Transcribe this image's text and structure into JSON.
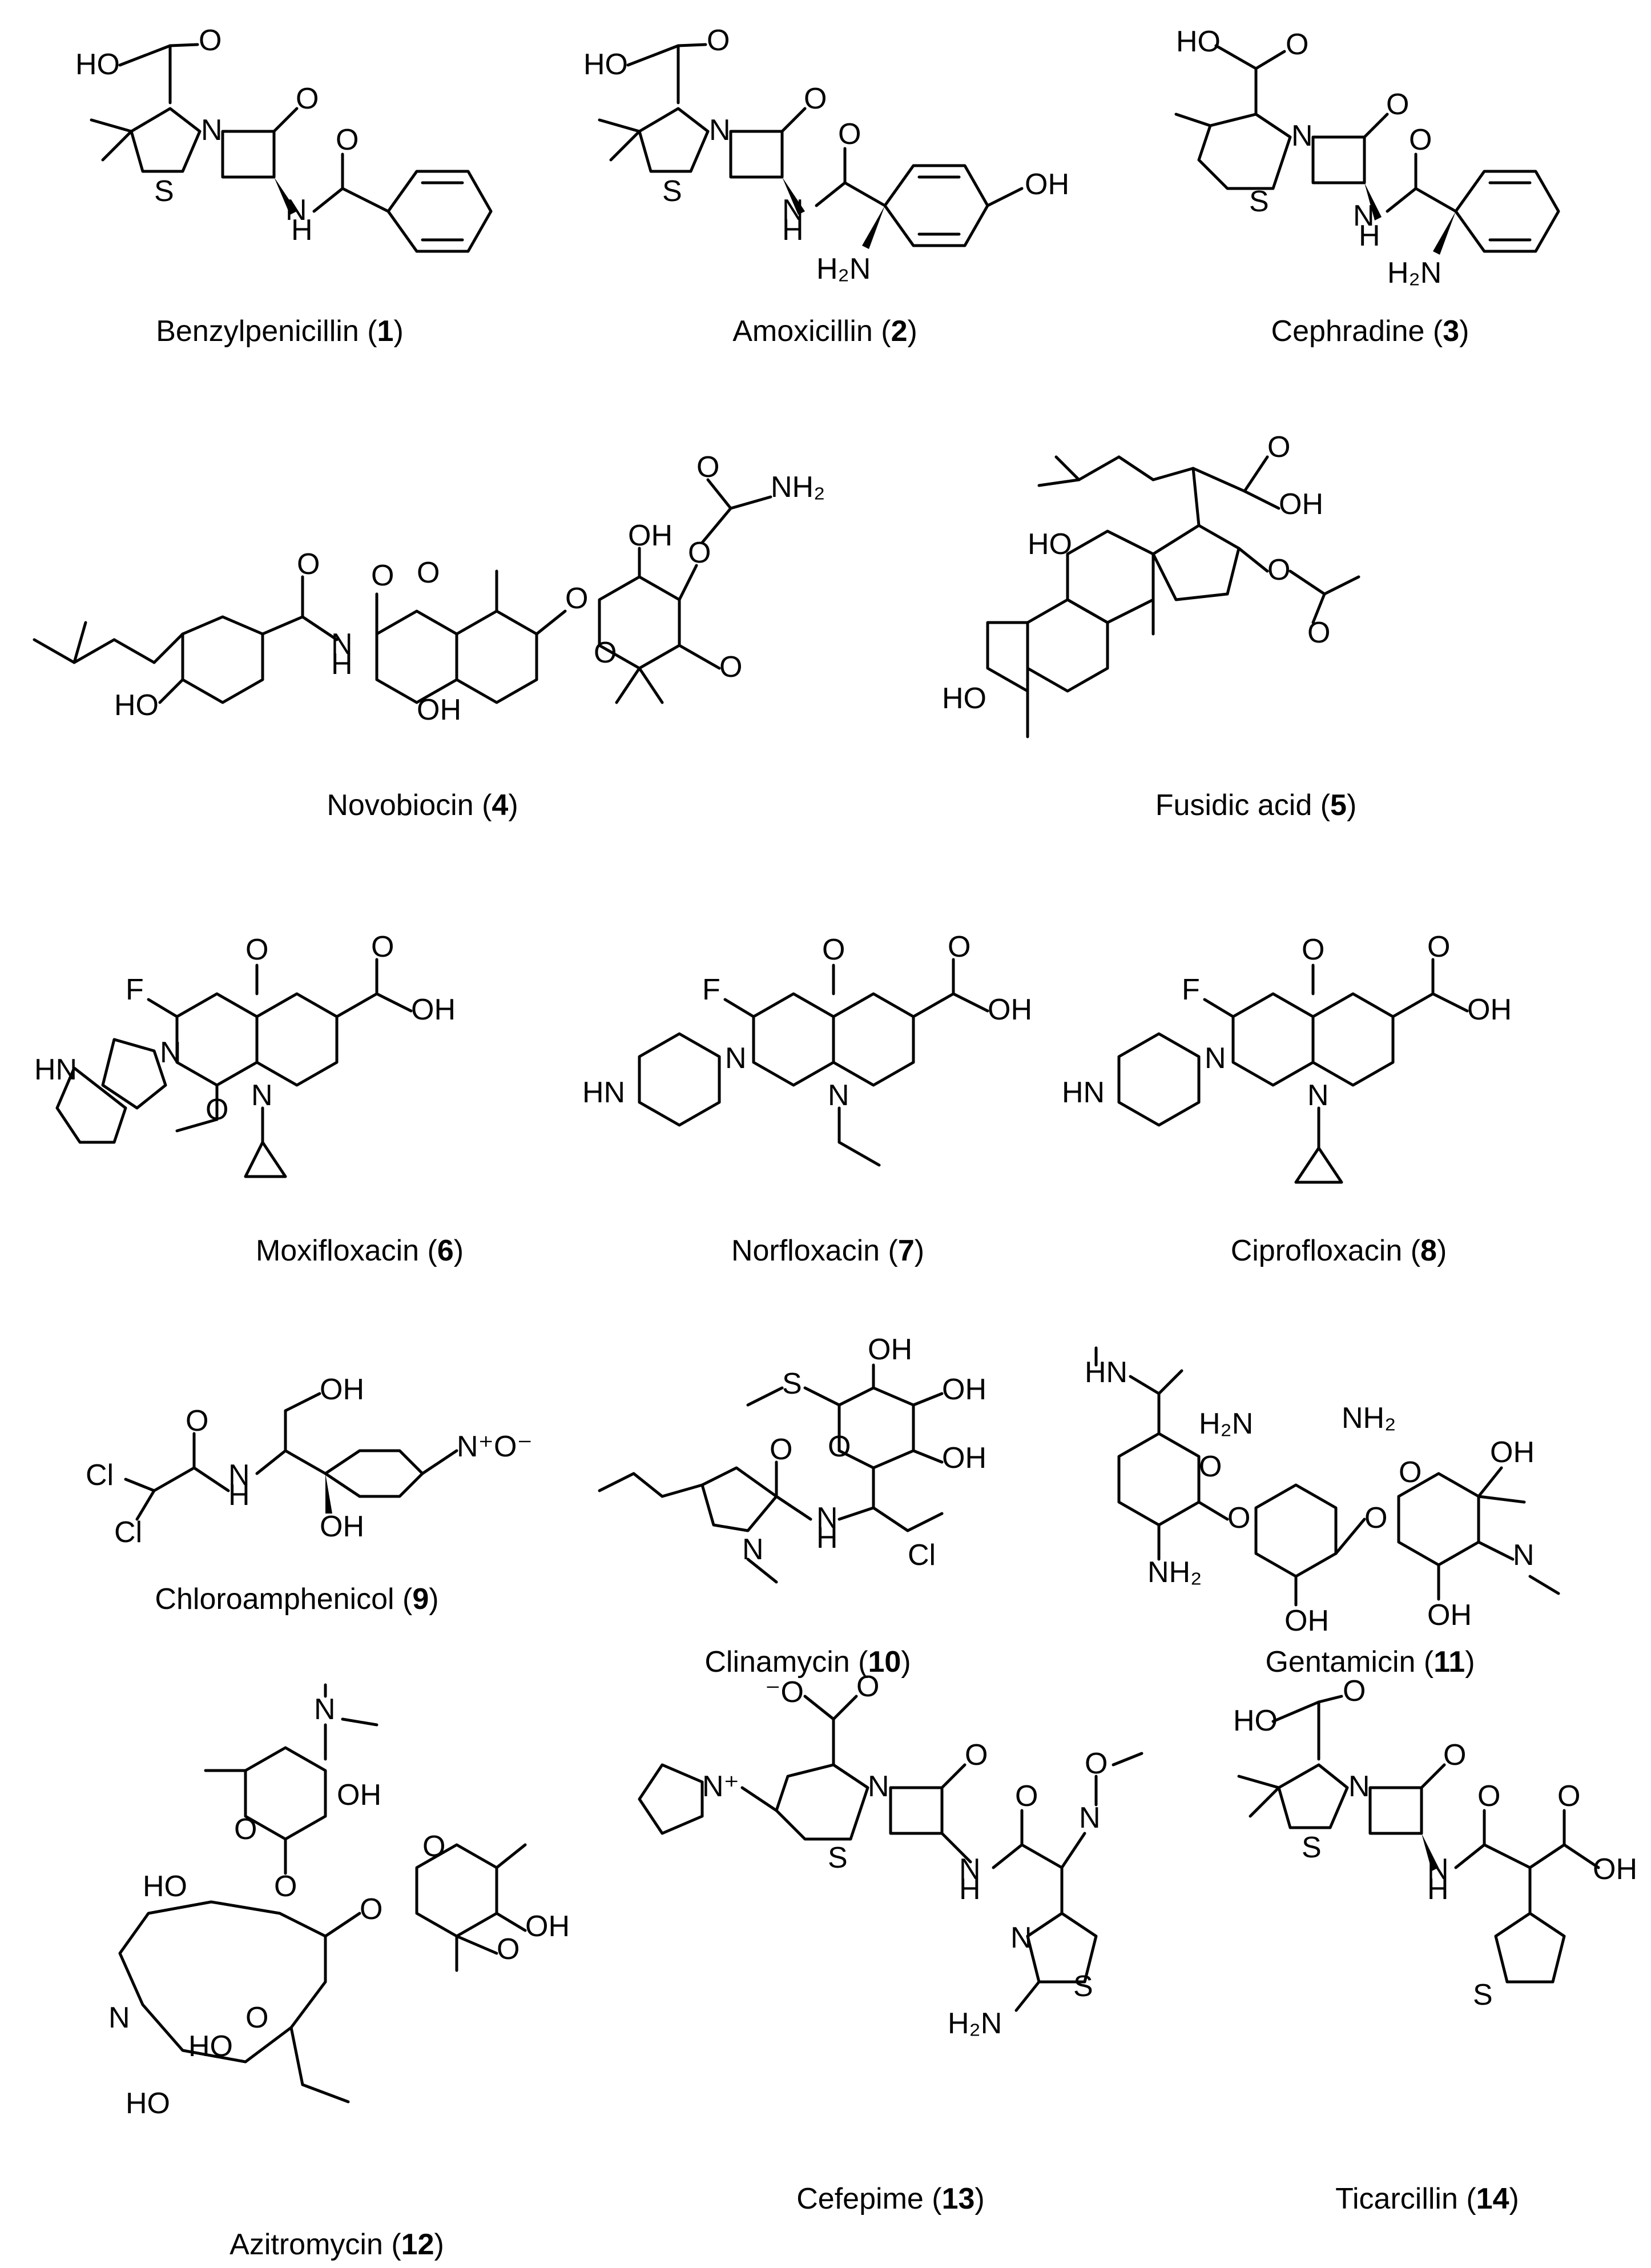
{
  "compounds": [
    {
      "id": "benzylpenicillin",
      "name": "Benzylpenicillin",
      "number": "1"
    },
    {
      "id": "amoxicillin",
      "name": "Amoxicillin",
      "number": "2"
    },
    {
      "id": "cephradine",
      "name": "Cephradine",
      "number": "3"
    },
    {
      "id": "novobiocin",
      "name": "Novobiocin",
      "number": "4"
    },
    {
      "id": "fusidic-acid",
      "name": "Fusidic acid",
      "number": "5"
    },
    {
      "id": "moxifloxacin",
      "name": "Moxifloxacin",
      "number": "6"
    },
    {
      "id": "norfloxacin",
      "name": "Norfloxacin",
      "number": "7"
    },
    {
      "id": "ciprofloxacin",
      "name": "Ciprofloxacin",
      "number": "8"
    },
    {
      "id": "chloroamphenicol",
      "name": "Chloroamphenicol",
      "number": "9"
    },
    {
      "id": "clinamycin",
      "name": "Clinamycin",
      "number": "10"
    },
    {
      "id": "gentamicin",
      "name": "Gentamicin",
      "number": "11"
    },
    {
      "id": "azitromycin",
      "name": "Azitromycin",
      "number": "12"
    },
    {
      "id": "cefepime",
      "name": "Cefepime",
      "number": "13"
    },
    {
      "id": "ticarcillin",
      "name": "Ticarcillin",
      "number": "14"
    }
  ],
  "atom_labels": {
    "HO": "HO",
    "OH": "OH",
    "O": "O",
    "N": "N",
    "S": "S",
    "H": "H",
    "NH": "NH",
    "HN": "HN",
    "H2N": "H₂N",
    "NH2": "NH₂",
    "F": "F",
    "Cl": "Cl",
    "NO2": "N⁺O⁻",
    "Nplus": "N⁺",
    "Ominus": "⁻O"
  }
}
